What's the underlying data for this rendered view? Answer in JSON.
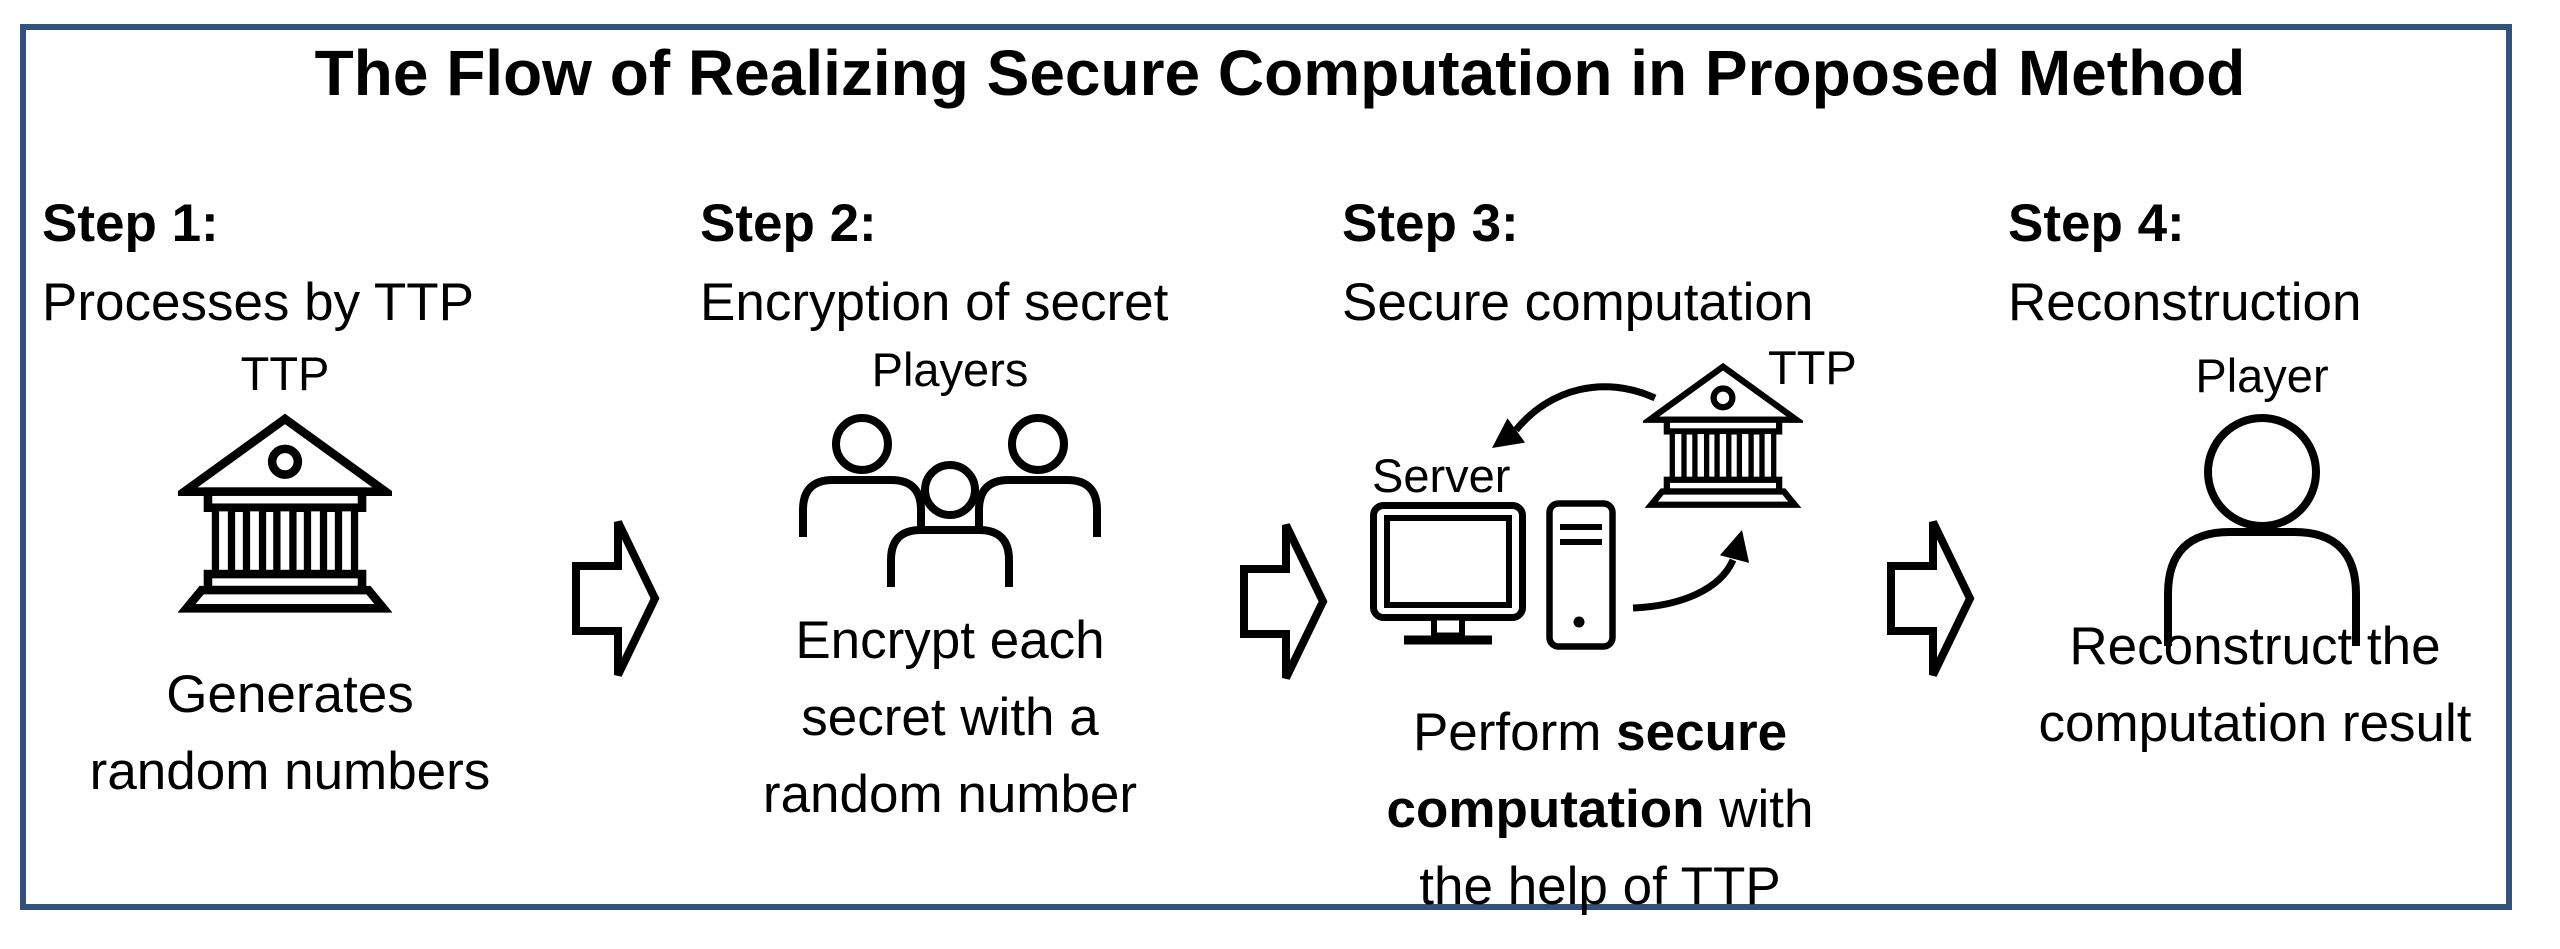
{
  "title": "The Flow of Realizing Secure Computation in Proposed Method",
  "colors": {
    "frame_border": "#34517c",
    "ink": "#000000",
    "canvas": "#ffffff"
  },
  "steps": [
    {
      "label": "Step 1:",
      "subtitle": "Processes by TTP",
      "icon": "bank-icon",
      "icon_label": "TTP",
      "caption": [
        "Generates",
        "random numbers"
      ]
    },
    {
      "label": "Step 2:",
      "subtitle": "Encryption of secret",
      "icon": "people-group-icon",
      "icon_label": "Players",
      "caption": [
        "Encrypt each",
        "secret with a",
        "random number"
      ]
    },
    {
      "label": "Step 3:",
      "subtitle": "Secure computation",
      "icon": "server-and-bank-icons",
      "icon_labels": {
        "server": "Server",
        "ttp": "TTP"
      },
      "caption": {
        "line1_pre": "Perform ",
        "line1_bold": "secure",
        "line2_bold": "computation",
        "line2_post": " with",
        "line3": "the help of TTP"
      }
    },
    {
      "label": "Step 4:",
      "subtitle": "Reconstruction",
      "icon": "person-icon",
      "icon_label": "Player",
      "caption": [
        "Reconstruct the",
        "computation result"
      ]
    }
  ],
  "flow_arrows": {
    "count": 3,
    "icon": "block-arrow-right-icon"
  },
  "step3_arrows": {
    "ttp_to_server": "curved-arrow-down-left-icon",
    "server_to_ttp": "curved-arrow-up-right-icon"
  }
}
